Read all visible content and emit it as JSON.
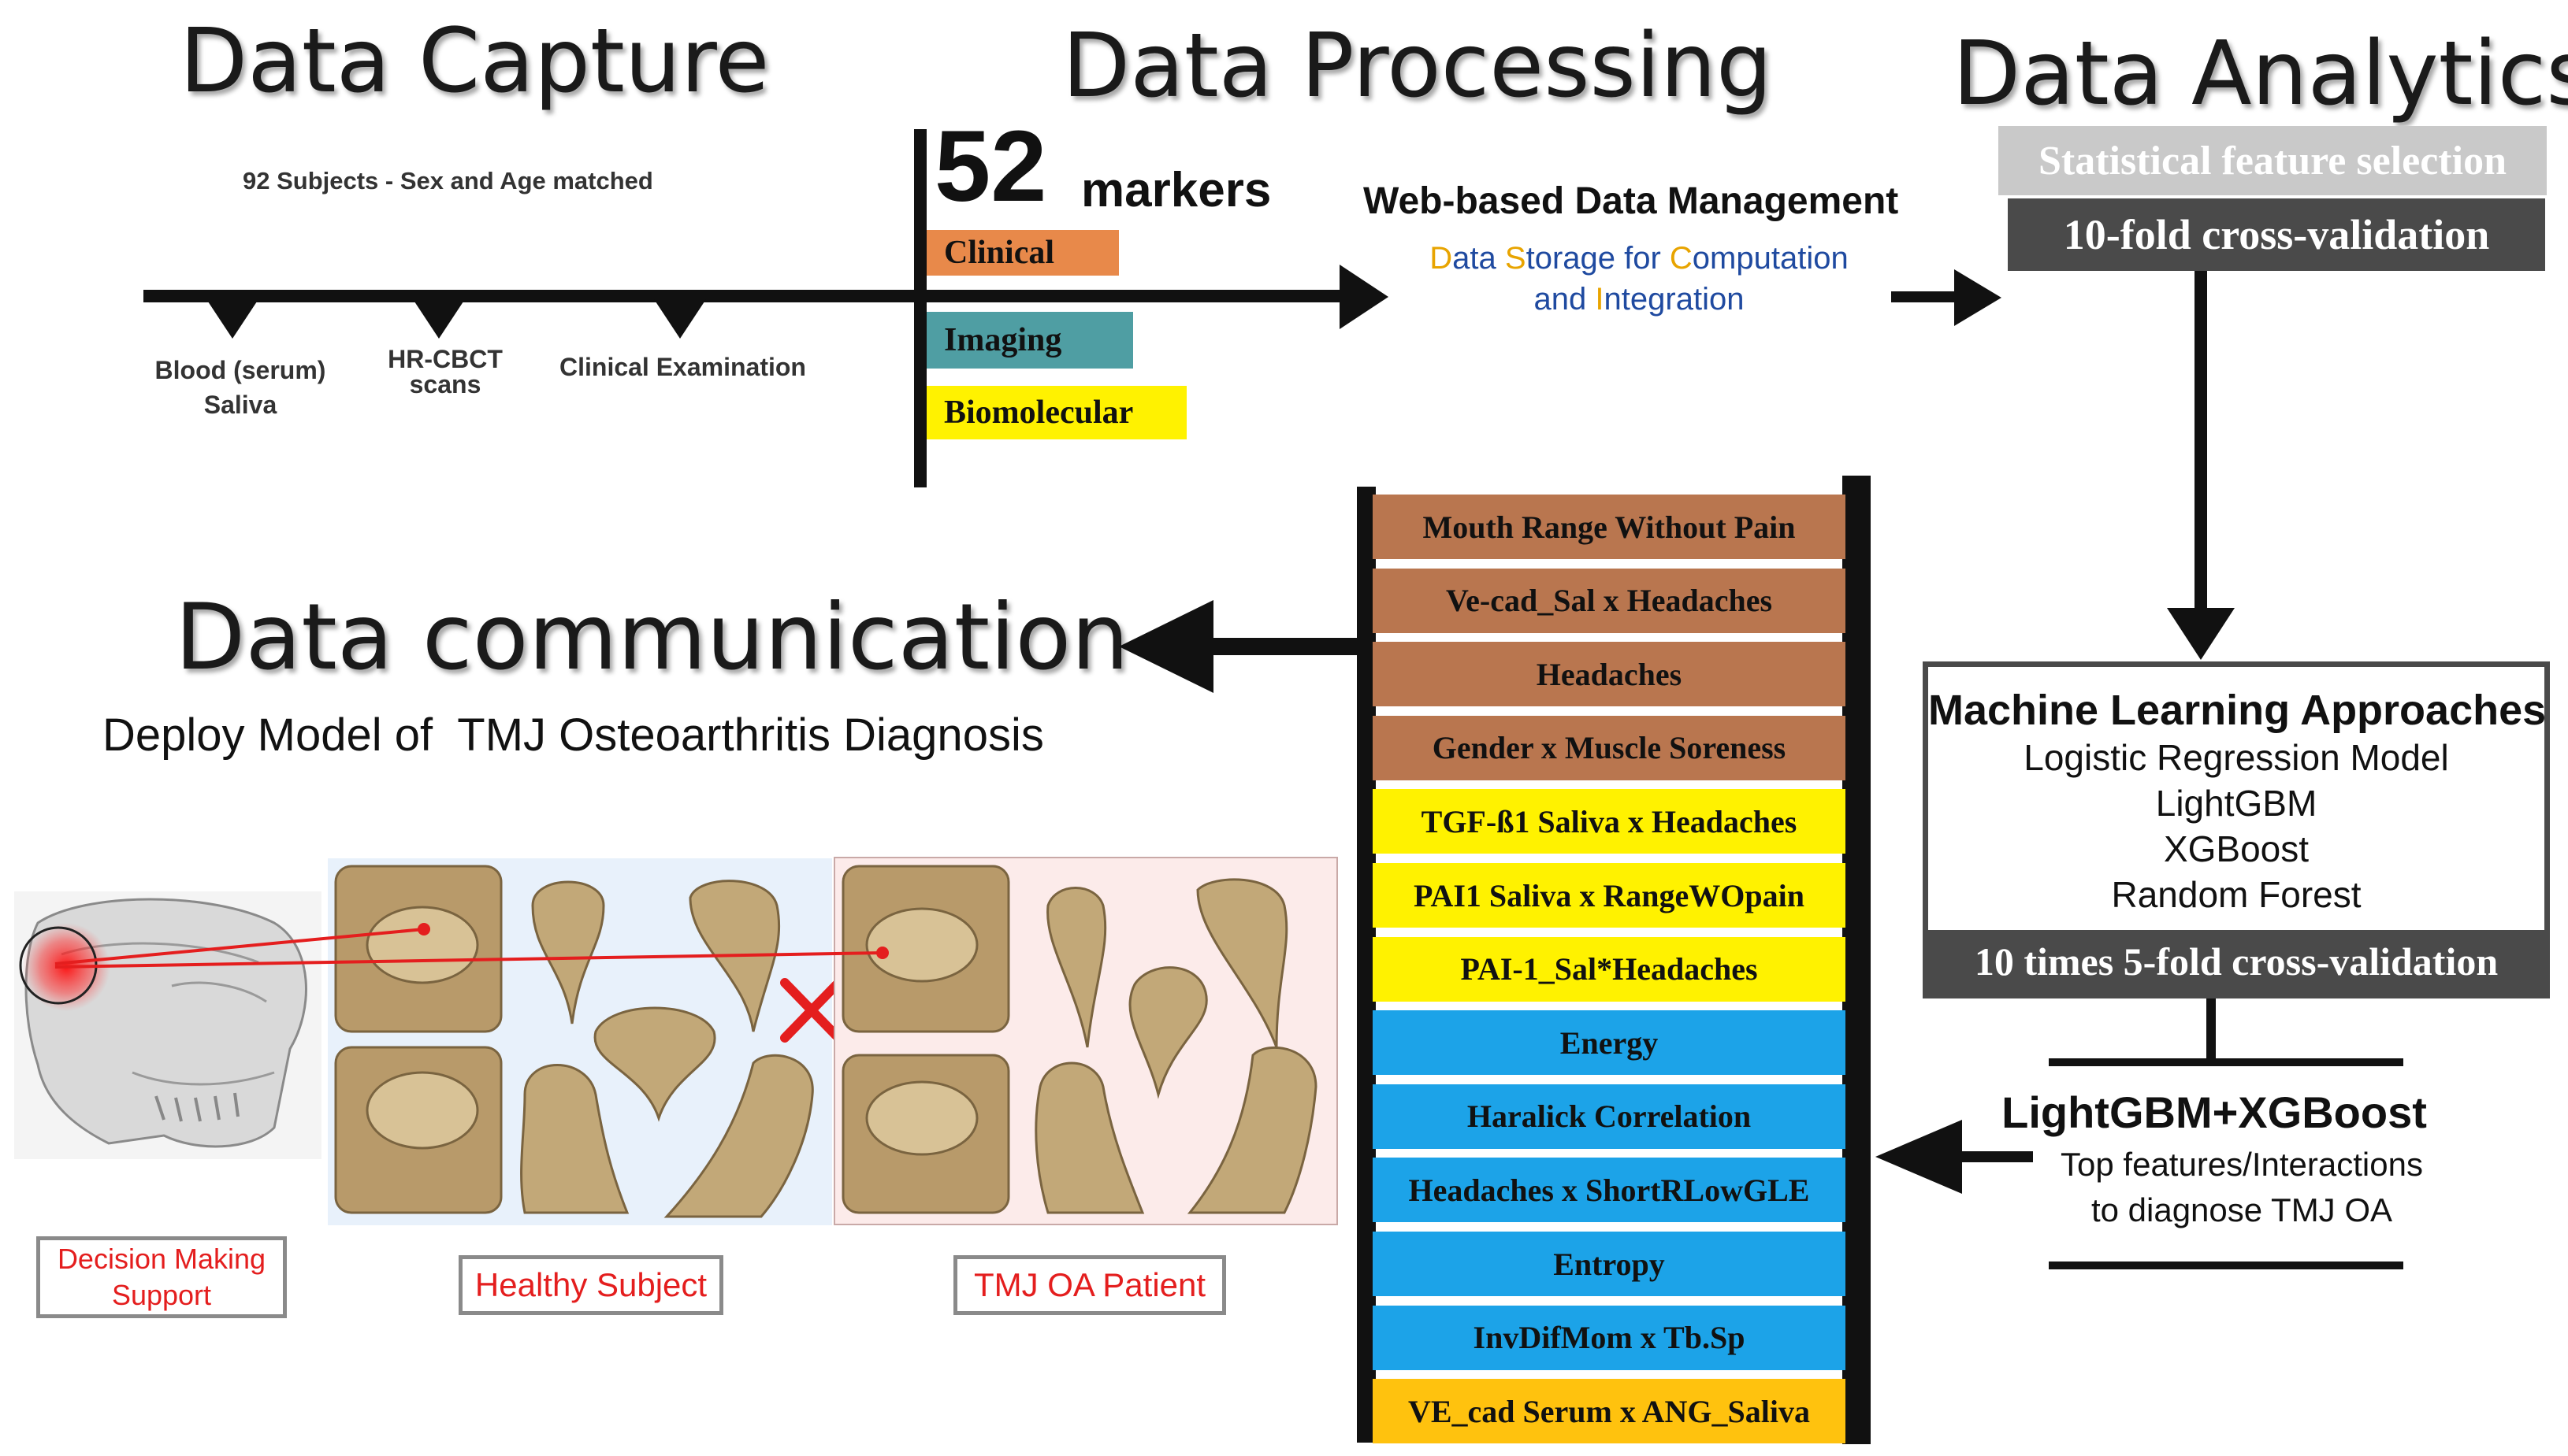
{
  "titles": {
    "capture": "Data Capture",
    "processing": "Data Processing",
    "analytics": "Data Analytics",
    "communication": "Data communication"
  },
  "capture": {
    "subjects": "92 Subjects - Sex and Age matched",
    "blood_line1": "Blood (serum)",
    "blood_line2": "Saliva",
    "cbct_line1": "HR-CBCT",
    "cbct_line2": "scans",
    "clinical_exam": "Clinical Examination"
  },
  "processing": {
    "marker_count": "52",
    "markers_word": "markers",
    "categories": [
      {
        "label": "Clinical",
        "color": "#e8894a"
      },
      {
        "label": "Imaging",
        "color": "#4f9ea3"
      },
      {
        "label": "Biomolecular",
        "color": "#fff200"
      }
    ],
    "web_title": "Web-based Data Management",
    "dsci_line1": [
      "D",
      "ata ",
      "S",
      "torage for ",
      "C",
      "omputation"
    ],
    "dsci_line2": [
      "and ",
      "I",
      "ntegration"
    ]
  },
  "analytics": {
    "stat_feature": "Statistical feature selection",
    "cv10": "10-fold cross-validation",
    "ml_title": "Machine Learning Approaches",
    "ml_items": [
      "Logistic Regression Model",
      "LightGBM",
      "XGBoost",
      "Random Forest"
    ],
    "cv_5fold": "10 times 5-fold cross-validation",
    "ensemble": "LightGBM+XGBoost",
    "top_line1": "Top features/Interactions",
    "top_line2": "to diagnose TMJ OA"
  },
  "features": [
    {
      "label": "Mouth Range Without Pain",
      "color": "#b9764f"
    },
    {
      "label": "Ve-cad_Sal x Headaches",
      "color": "#b9764f"
    },
    {
      "label": "Headaches",
      "color": "#b9764f"
    },
    {
      "label": "Gender x Muscle Soreness",
      "color": "#b9764f"
    },
    {
      "label": "TGF-ß1 Saliva x Headaches",
      "color": "#fff200"
    },
    {
      "label": "PAI1 Saliva x RangeWOpain",
      "color": "#fff200"
    },
    {
      "label": "PAI-1_Sal*Headaches",
      "color": "#fff200"
    },
    {
      "label": "Energy",
      "color": "#1ca3e8"
    },
    {
      "label": "Haralick Correlation",
      "color": "#1ca3e8"
    },
    {
      "label": "Headaches x ShortRLowGLE",
      "color": "#1ca3e8"
    },
    {
      "label": "Entropy",
      "color": "#1ca3e8"
    },
    {
      "label": "InvDifMom x Tb.Sp",
      "color": "#1ca3e8"
    },
    {
      "label": "VE_cad Serum x ANG_Saliva",
      "color": "#ffc20e"
    }
  ],
  "communication": {
    "deploy": "Deploy Model of  TMJ Osteoarthritis Diagnosis",
    "decision_line1": "Decision Making",
    "decision_line2": "Support",
    "healthy": "Healthy Subject",
    "oa_patient": "TMJ OA Patient"
  }
}
